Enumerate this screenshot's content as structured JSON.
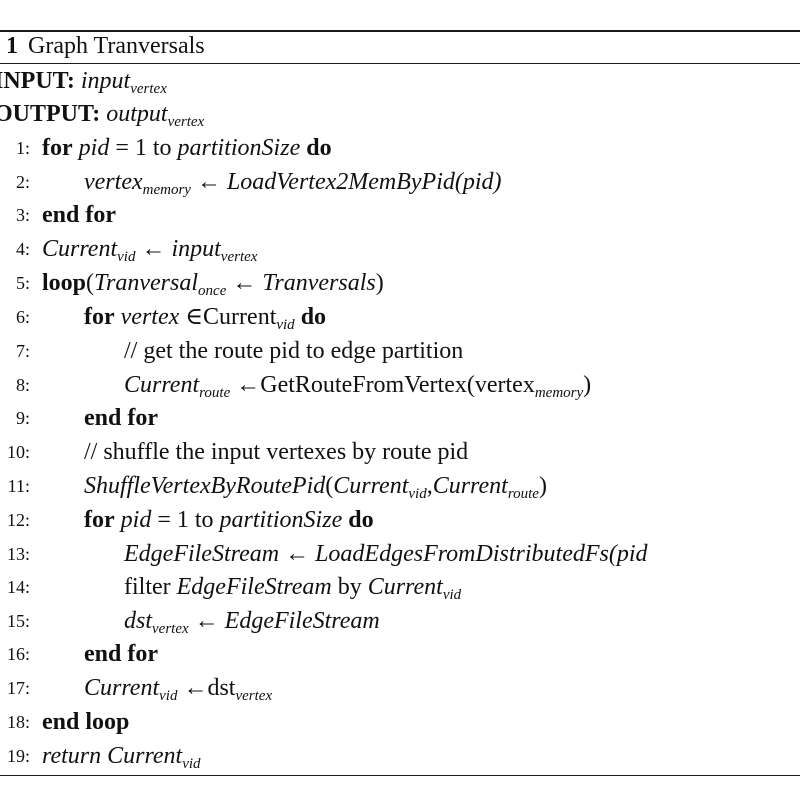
{
  "algorithm": {
    "number": "1",
    "title": "Graph Tranversals"
  },
  "input_label": "INPUT:",
  "input_var": "input",
  "input_sub": "vertex",
  "output_label": "OUTPUT:",
  "output_var": "output",
  "output_sub": "vertex",
  "lines": [
    {
      "n": "1:",
      "kw1": "for",
      "a": "pid",
      "b": " = 1 ",
      "c": "to",
      "d": "partitionSize",
      "kw2": "do"
    },
    {
      "n": "2:",
      "v": "vertex",
      "vs": "memory",
      "arrow": " ← ",
      "f": "LoadVertex2MemByPid",
      "p": "(pid)"
    },
    {
      "n": "3:",
      "kw": "end for"
    },
    {
      "n": "4:",
      "v": "Current",
      "vs": "vid",
      "arrow": " ← ",
      "r": "input",
      "rs": "vertex"
    },
    {
      "n": "5:",
      "kw": "loop",
      "p1": "(",
      "v": "Tranversal",
      "vs": "once",
      "arrow": " ← ",
      "r": "Tranversals",
      "p2": ")"
    },
    {
      "n": "6:",
      "kw1": "for",
      "v": "vertex",
      "op": " ∈",
      "t": "Current",
      "ts": "vid",
      "kw2": "do"
    },
    {
      "n": "7:",
      "comment": "// get the route pid to edge partition"
    },
    {
      "n": "8:",
      "v": "Current",
      "vs": "route",
      "arrow": " ←",
      "t": "GetRouteFromVertex(vertex",
      "ts": "memory",
      "p2": ")"
    },
    {
      "n": "9:",
      "kw": "end for"
    },
    {
      "n": "10:",
      "comment": "// shuffle the input vertexes by route pid"
    },
    {
      "n": "11:",
      "f": "ShuffleVertexByRoutePid",
      "p1": "(",
      "a": "Current",
      "as": "vid",
      "c": ",",
      "b": "Current",
      "bs": "route",
      "p2": ")"
    },
    {
      "n": "12:",
      "kw1": "for",
      "a": "pid",
      "b": " = 1 ",
      "c": "to",
      "d": "partitionSize",
      "kw2": "do"
    },
    {
      "n": "13:",
      "v": "EdgeFileStream",
      "arrow": " ← ",
      "f": "LoadEdgesFromDistributedFs",
      "p": "(pid"
    },
    {
      "n": "14:",
      "t1": "filter ",
      "v": "EdgeFileStream",
      "t2": " by ",
      "r": "Current",
      "rs": "vid"
    },
    {
      "n": "15:",
      "v": "dst",
      "vs": "vertex",
      "arrow": " ← ",
      "r": "EdgeFileStream"
    },
    {
      "n": "16:",
      "kw": "end for"
    },
    {
      "n": "17:",
      "v": "Current",
      "vs": "vid",
      "arrow": " ←",
      "t": "dst",
      "ts": "vertex"
    },
    {
      "n": "18:",
      "kw": "end loop"
    },
    {
      "n": "19:",
      "r1": "return",
      "v": "Current",
      "vs": "vid"
    }
  ]
}
